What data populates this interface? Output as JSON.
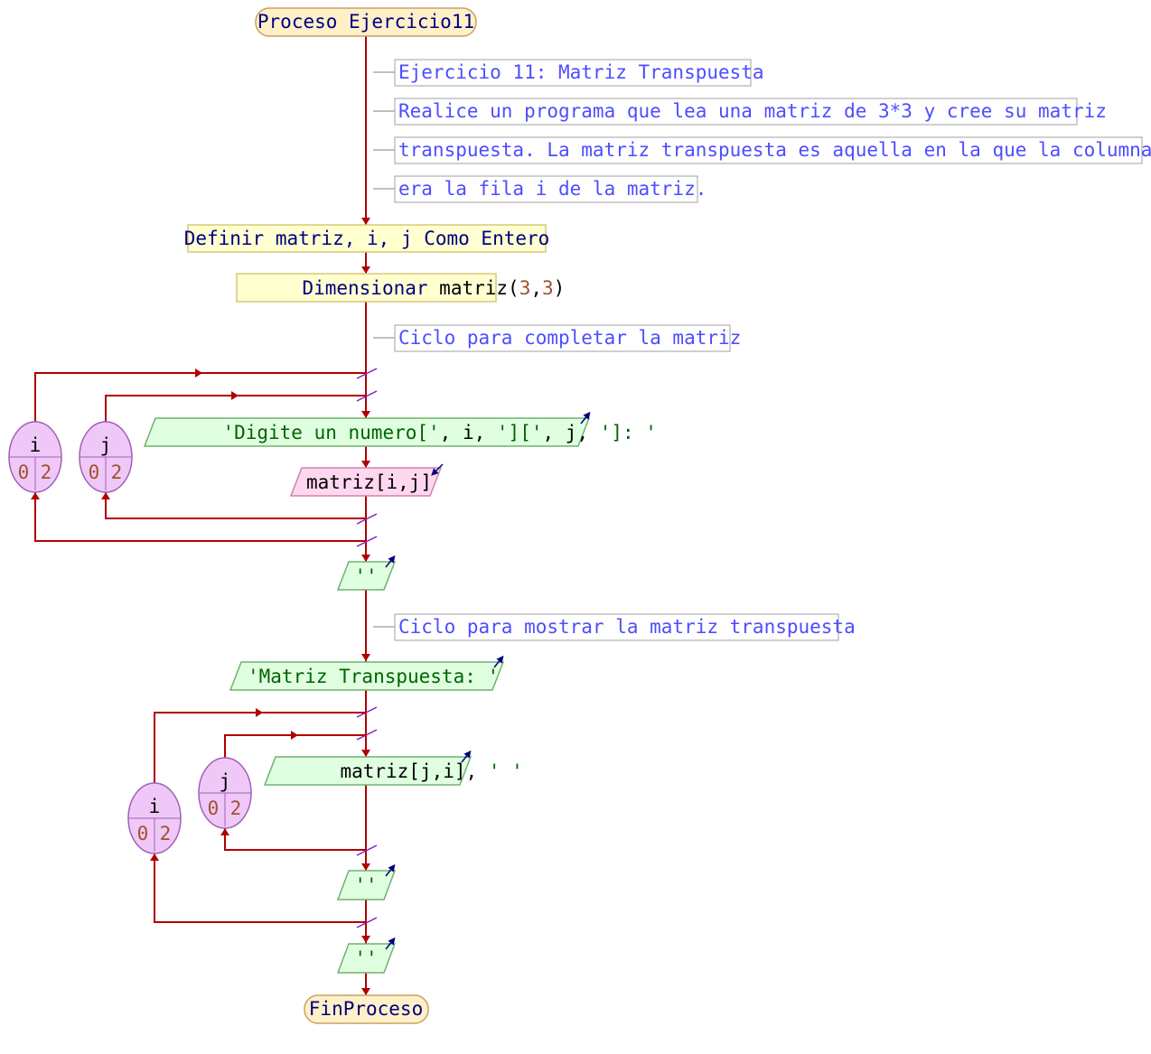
{
  "process": {
    "start_label": "Proceso Ejercicio11",
    "end_label": "FinProceso"
  },
  "comments": {
    "c1": "Ejercicio 11: Matriz Transpuesta",
    "c2": "Realice un programa que lea una matriz de 3*3 y cree su matriz",
    "c3": "transpuesta. La matriz transpuesta es aquella en la que la columna i",
    "c4": "era la fila i de la matriz.",
    "c5": "Ciclo para completar la matriz",
    "c6": "Ciclo para mostrar la matriz transpuesta"
  },
  "define": {
    "text": "Definir matriz, i, j Como Entero"
  },
  "dimension": {
    "keyword": "Dimensionar",
    "var": "matriz",
    "open": "(",
    "n1": "3",
    "comma": ",",
    "n2": "3",
    "close": ")"
  },
  "loops": {
    "read_i": {
      "var": "i",
      "from": "0",
      "to": "2"
    },
    "read_j": {
      "var": "j",
      "from": "0",
      "to": "2"
    },
    "show_i": {
      "var": "i",
      "from": "0",
      "to": "2"
    },
    "show_j": {
      "var": "j",
      "from": "0",
      "to": "2"
    }
  },
  "io": {
    "prompt": {
      "str1": "'Digite un numero['",
      "sep1": ", ",
      "var1": "i",
      "sep2": ", ",
      "str2": "']['",
      "sep3": ", ",
      "var2": "j",
      "sep4": ", ",
      "str3": "']: '"
    },
    "read": {
      "text": "matriz[i,j]"
    },
    "empty1": "''",
    "title": "'Matriz Transpuesta: '",
    "show": {
      "expr": "matriz[j,i]",
      "sep": ", ",
      "str": "' '"
    },
    "empty2": "''",
    "empty3": "''"
  },
  "colors": {
    "flow": "#b00000",
    "process_fill": "#fff0c8",
    "process_stroke": "#c8a064",
    "define_fill": "#ffffd0",
    "output_fill": "#e0ffe0",
    "input_fill": "#ffd8f0",
    "loop_fill": "#f0c8f8",
    "comment_text": "#4d4dff"
  }
}
